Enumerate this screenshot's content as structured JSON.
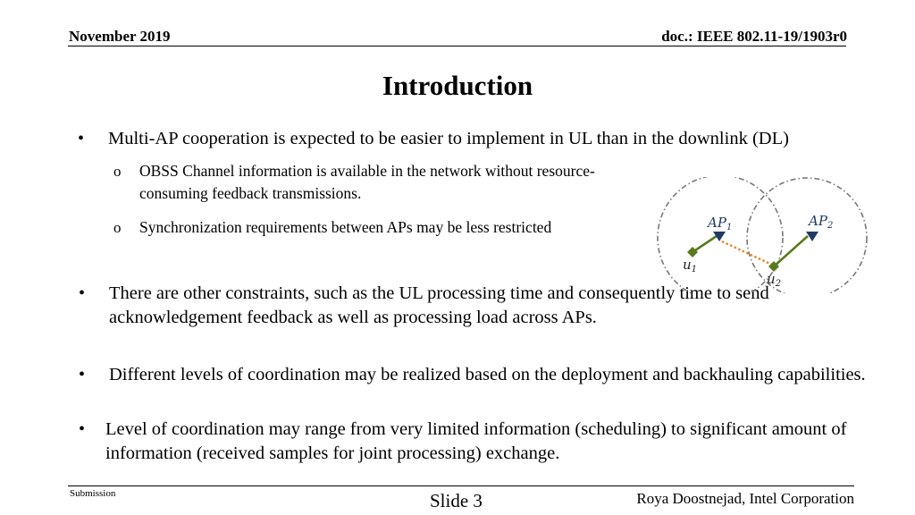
{
  "header": {
    "date": "November 2019",
    "doc_id": "doc.: IEEE 802.11-19/1903r0"
  },
  "title": "Introduction",
  "bullets": [
    {
      "marker": "•",
      "text": "Multi-AP cooperation is expected to be easier to implement in UL than in the downlink (DL)"
    },
    {
      "marker": "•",
      "text": "There are other constraints, such as the UL processing time and consequently time to send acknowledgement feedback as well as processing load across APs."
    },
    {
      "marker": "•",
      "text": "Different levels of coordination may be realized based on the deployment and backhauling capabilities."
    },
    {
      "marker": "•",
      "text": "Level of coordination may range from very limited information (scheduling) to significant amount of information (received samples for joint processing) exchange."
    }
  ],
  "sub_bullets": [
    {
      "marker": "o",
      "text": "OBSS Channel information is available in the network without resource-consuming feedback transmissions."
    },
    {
      "marker": "o",
      "text": "Synchronization requirements between APs may be less restricted"
    }
  ],
  "diagram": {
    "ap1": {
      "main": "AP",
      "sub": "1"
    },
    "ap2": {
      "main": "AP",
      "sub": "2"
    },
    "u1": {
      "main": "u",
      "sub": "1"
    },
    "u2": {
      "main": "u",
      "sub": "2"
    },
    "colors": {
      "circle": "#777777",
      "ap": "#1f3b63",
      "user": "#5a7a1e",
      "interference": "#e08a2c"
    }
  },
  "footer": {
    "submission": "Submission",
    "slide": "Slide 3",
    "author": "Roya Doostnejad, Intel Corporation"
  }
}
